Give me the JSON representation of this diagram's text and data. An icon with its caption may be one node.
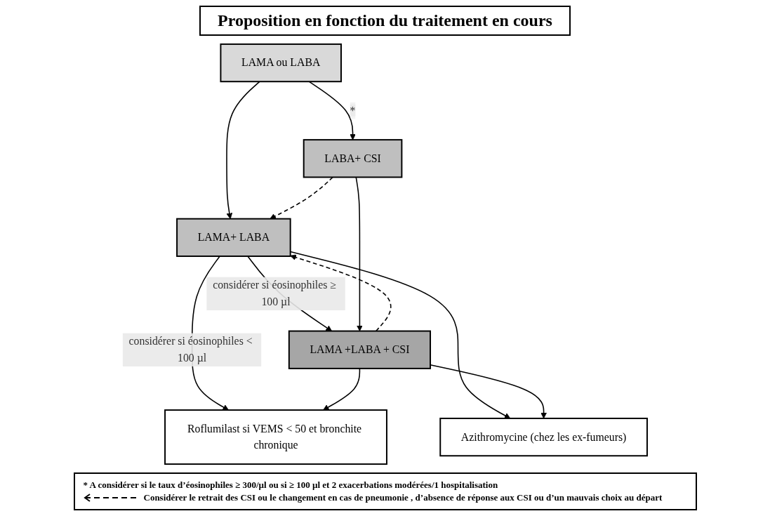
{
  "diagram": {
    "title": "Proposition en fonction du traitement en cours",
    "nodes": [
      {
        "text": [
          "LAMA ou LABA"
        ]
      },
      {
        "text": [
          "LAMA+ LABA"
        ]
      },
      {
        "text": [
          "LABA+ CSI"
        ]
      },
      {
        "text": [
          "LAMA +LABA + CSI"
        ]
      },
      {
        "text": [
          "Roflumilast si VEMS < 50 et bronchite chronique"
        ]
      },
      {
        "text": [
          "Azithromycine (chez les ex-fumeurs)"
        ]
      }
    ],
    "edges": [
      {
        "from": 0,
        "to": 1,
        "arrow": "to"
      },
      {
        "from": 0,
        "to": 2,
        "arrow": "to",
        "label": "*"
      },
      {
        "from": 1,
        "to": 3,
        "arrow": "to",
        "label": "considérer si éosinophiles ≥ 100 µl"
      },
      {
        "from": 2,
        "to": 3,
        "arrow": "to"
      },
      {
        "from": 2,
        "to": 1,
        "arrow": "to",
        "style": "dashed"
      },
      {
        "from": 3,
        "to": 1,
        "arrow": "to",
        "style": "dashed"
      },
      {
        "from": 1,
        "to": 4,
        "arrow": "to",
        "label": "considérer si éosinophiles < 100 µl"
      },
      {
        "from": 1,
        "to": 5,
        "arrow": "to"
      },
      {
        "from": 3,
        "to": 4,
        "arrow": "to"
      },
      {
        "from": 3,
        "to": 5,
        "arrow": "to"
      }
    ],
    "labels": [
      "* A considérer si le taux d’éosinophiles ≥ 300/µl ou si ≥ 100 µl et 2 exacerbations modérées/1 hospitalisation"
    ],
    "legend": [
      {
        "text": "Considérer le retrait des CSI ou le changement en cas de pneumonie , d’absence de réponse aux CSI ou d’un mauvais choix au départ"
      }
    ]
  }
}
